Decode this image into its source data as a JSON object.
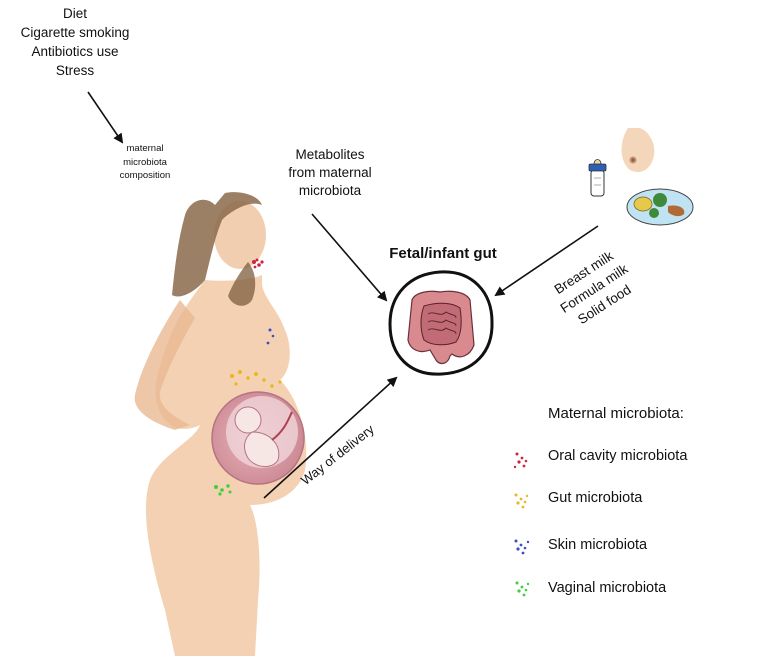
{
  "factors": [
    "Diet",
    "Cigarette smoking",
    "Antibiotics use",
    "Stress"
  ],
  "maternal_composition": [
    "maternal",
    "microbiota",
    "composition"
  ],
  "metabolites": [
    "Metabolites",
    "from maternal",
    "microbiota"
  ],
  "gut_title": "Fetal/infant gut",
  "feeding": [
    "Breast milk",
    "Formula milk",
    "Solid food"
  ],
  "delivery": "Way of delivery",
  "legend": {
    "title": "Maternal microbiota:",
    "items": [
      {
        "label": "Oral cavity microbiota",
        "color": "#d0243a"
      },
      {
        "label": "Gut microbiota",
        "color": "#e8b820"
      },
      {
        "label": "Skin microbiota",
        "color": "#3a4fc8"
      },
      {
        "label": "Vaginal microbiota",
        "color": "#3fcf3a"
      }
    ]
  },
  "colors": {
    "skin": "#f0c8a2",
    "hair": "#8a6a4a",
    "uterus": "#cf8e9c",
    "intestine": "#d98a8e",
    "arrow": "#111111"
  }
}
